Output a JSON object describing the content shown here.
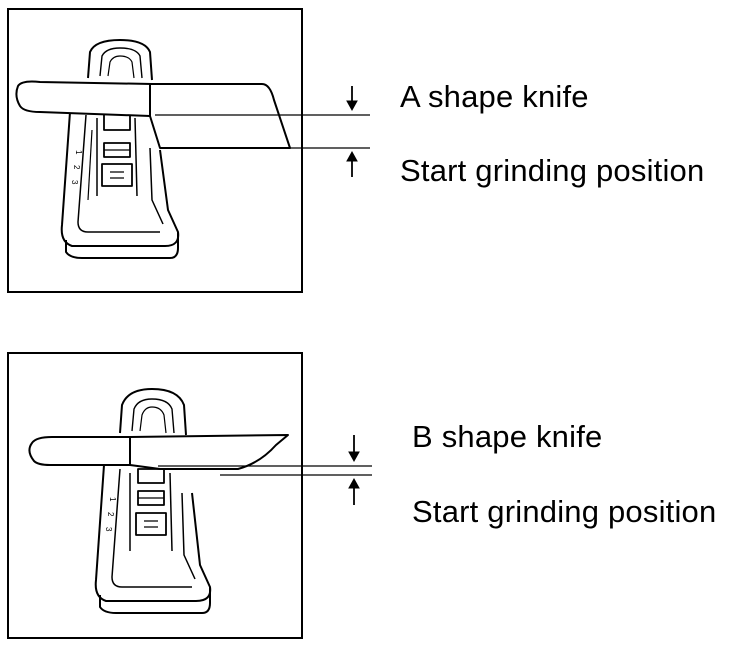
{
  "panels": [
    {
      "id": "a",
      "knife_label": "A shape knife",
      "position_label": "Start grinding position",
      "sharpener_slot_numbers": [
        "1",
        "2",
        "3"
      ]
    },
    {
      "id": "b",
      "knife_label": "B shape knife",
      "position_label": "Start grinding position",
      "sharpener_slot_numbers": [
        "1",
        "2",
        "3"
      ]
    }
  ],
  "colors": {
    "line": "#000000",
    "knife_fill": "#ffffff",
    "background": "#ffffff"
  }
}
